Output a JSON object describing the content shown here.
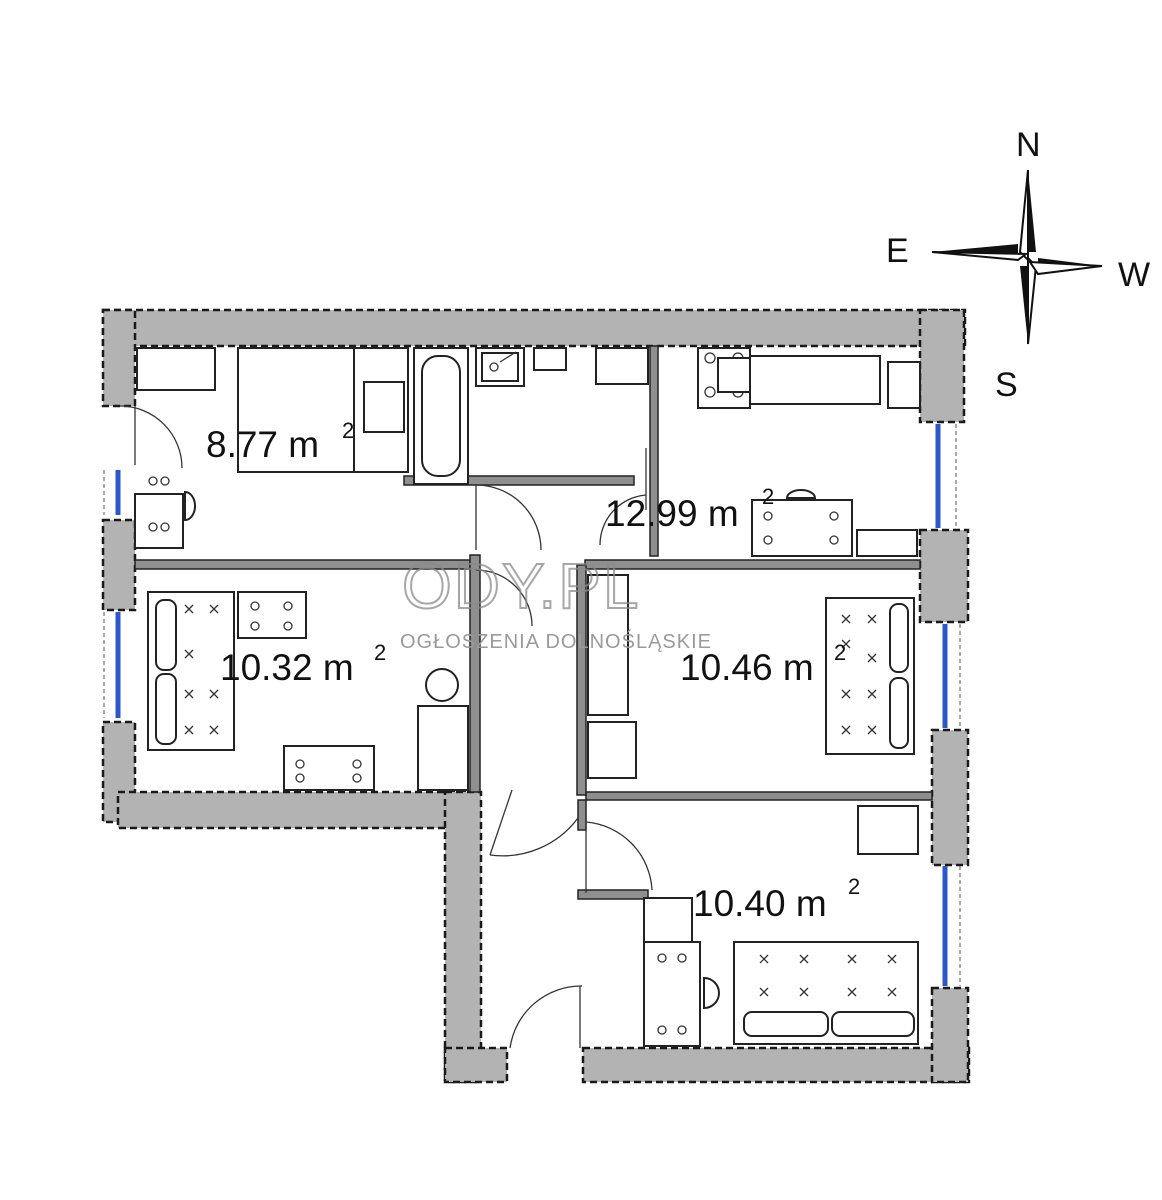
{
  "rooms": {
    "a": {
      "area_value": "8.77 m",
      "area_exp": "2"
    },
    "b": {
      "area_value": "12.99 m",
      "area_exp": "2"
    },
    "c": {
      "area_value": "10.32 m",
      "area_exp": "2"
    },
    "d": {
      "area_value": "10.46 m",
      "area_exp": "2"
    },
    "e": {
      "area_value": "10.40 m",
      "area_exp": "2"
    }
  },
  "compass": {
    "north": "N",
    "south": "S",
    "east": "E",
    "west": "W"
  },
  "watermark": {
    "title": "ODY.PL",
    "subtitle": "OGŁOSZENIA DOLNOŚLĄSKIE"
  },
  "colors": {
    "wall": "#b3b3b3",
    "window": "#2a57c9",
    "text": "#111111"
  }
}
